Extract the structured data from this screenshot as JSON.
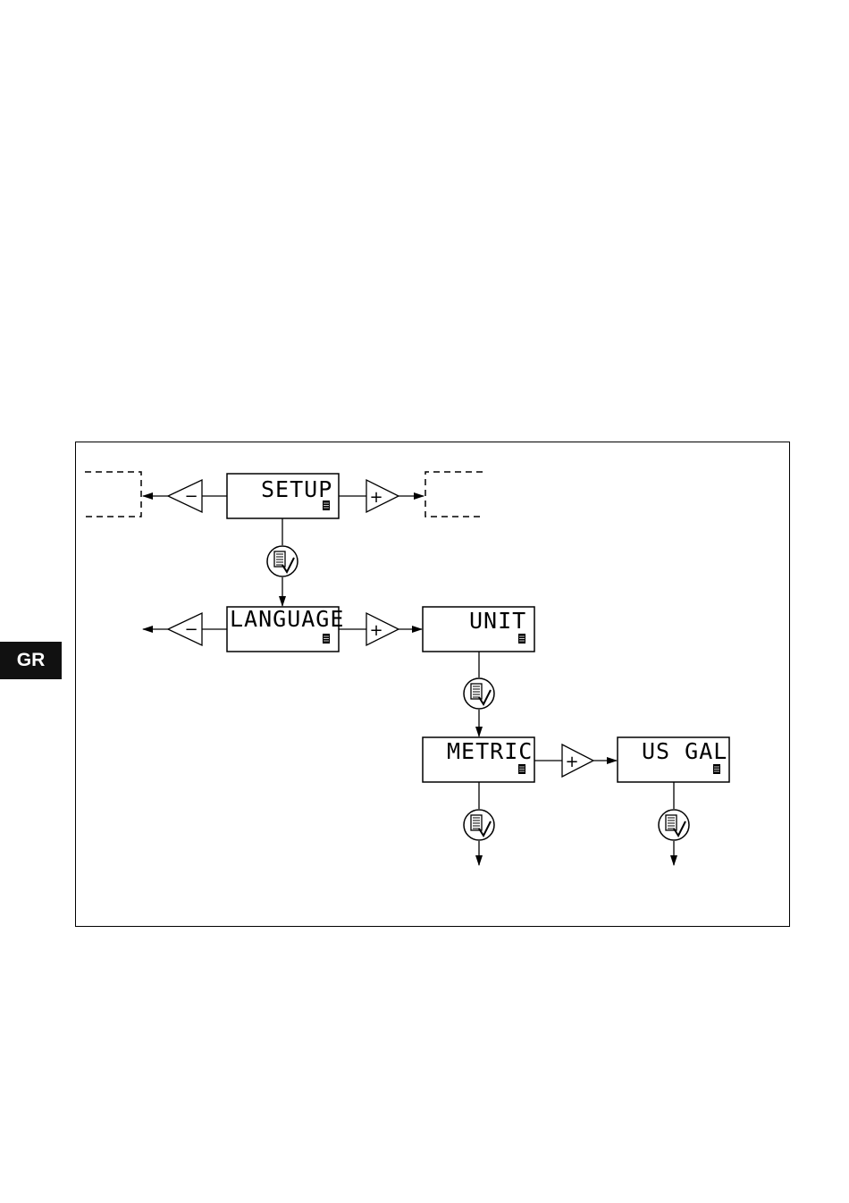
{
  "language_tab": "GR",
  "displays": {
    "setup": "SETUP",
    "language": "LANGUAGE",
    "unit": "UNIT",
    "metric": "METRIC",
    "us_gal": "US GAL"
  },
  "buttons": {
    "minus": "−",
    "plus": "+"
  },
  "icons": {
    "confirm": "menu-confirm-icon",
    "indicator": "display-indicator-icon"
  }
}
